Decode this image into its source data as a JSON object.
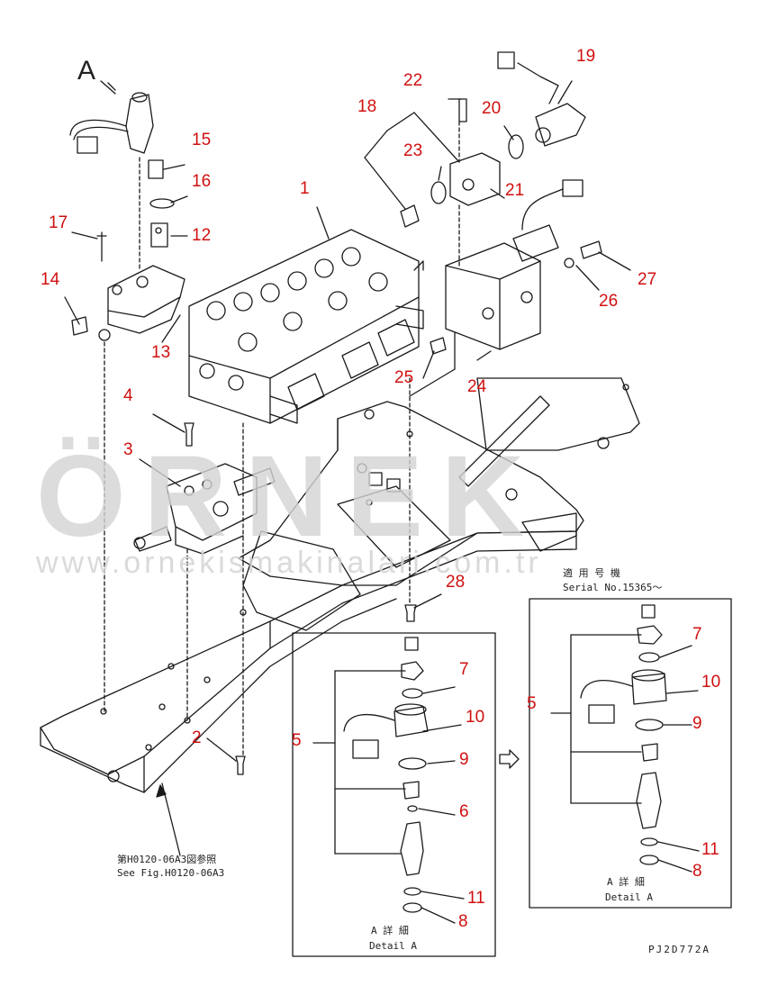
{
  "watermark": {
    "brand": "ÖRNEK",
    "url": "www.ornekismakinalari.com.tr"
  },
  "view_arrow_label": "A",
  "callouts": {
    "n1": "1",
    "n2": "2",
    "n3": "3",
    "n4": "4",
    "n5_left": "5",
    "n5_right": "5",
    "n6": "6",
    "n7_left": "7",
    "n7_right": "7",
    "n8_left": "8",
    "n8_right": "8",
    "n9_left": "9",
    "n9_right": "9",
    "n10_left": "10",
    "n10_right": "10",
    "n11_left": "11",
    "n11_right": "11",
    "n12": "12",
    "n13": "13",
    "n14": "14",
    "n15": "15",
    "n16": "16",
    "n17": "17",
    "n18": "18",
    "n19": "19",
    "n20": "20",
    "n21": "21",
    "n22": "22",
    "n23": "23",
    "n24": "24",
    "n25": "25",
    "n26": "26",
    "n27": "27",
    "n28": "28"
  },
  "notes": {
    "see_fig_jp": "第H0120-06A3図参照",
    "see_fig_en": "See Fig.H0120-06A3",
    "serial_jp": "適 用 号 機",
    "serial_en": "Serial No.15365～",
    "detail_jp_left": "A 詳 細",
    "detail_en_left": "Detail A",
    "detail_jp_right": "A 詳 細",
    "detail_en_right": "Detail A",
    "drawing_code": "PJ2D772A"
  },
  "colors": {
    "callout": "#d01010",
    "line": "#1a1a1a",
    "watermark": "#d4d4d4",
    "watermark_accent": "#f3c431"
  }
}
